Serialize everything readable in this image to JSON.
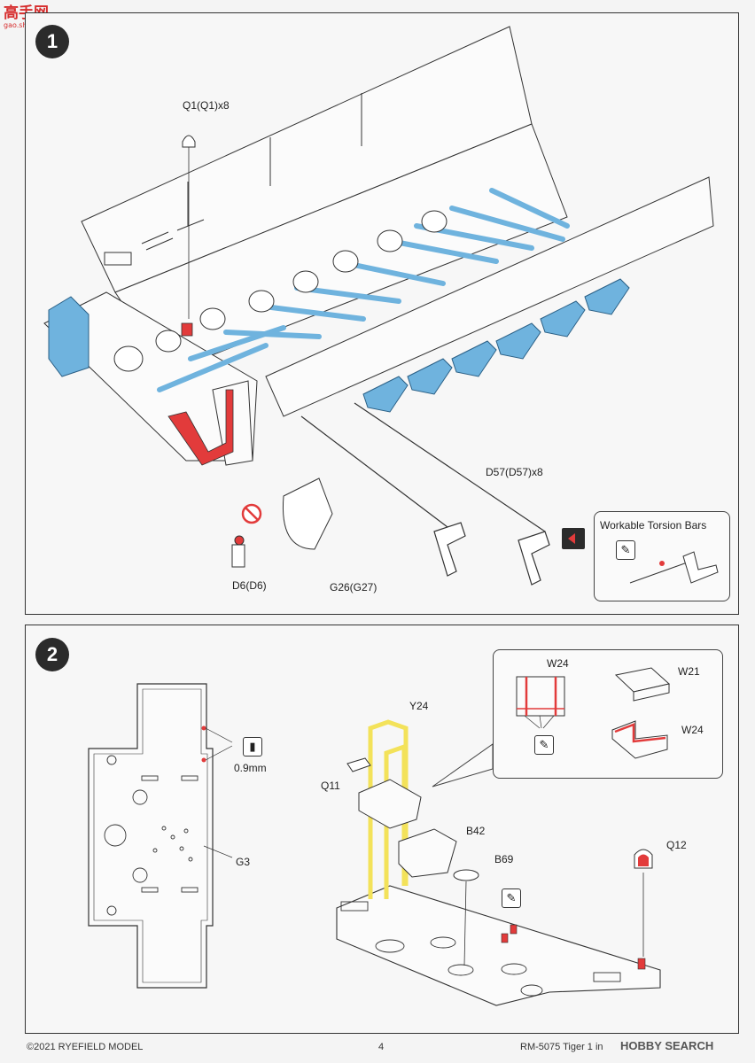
{
  "watermark": {
    "chars": "高手网",
    "domain": "gao.shou.com"
  },
  "step1": {
    "number": "1",
    "labels": {
      "q1": "Q1(Q1)x8",
      "d57": "D57(D57)x8",
      "d6": "D6(D6)",
      "g26": "G26(G27)"
    },
    "inset_title": "Workable Torsion Bars"
  },
  "step2": {
    "number": "2",
    "labels": {
      "g3": "G3",
      "thickness": "0.9mm",
      "y24": "Y24",
      "q11": "Q11",
      "b42": "B42",
      "b69": "B69",
      "q12": "Q12",
      "w24a": "W24",
      "w21": "W21",
      "w24b": "W24"
    }
  },
  "footer": {
    "copyright": "©2021 RYEFIELD MODEL",
    "page": "4",
    "product": "RM-5075  Tiger 1 in",
    "brand": "HOBBY SEARCH"
  },
  "colors": {
    "blue": "#6fb3de",
    "red": "#e23b3b",
    "yellow": "#f3e25a",
    "line": "#333333"
  }
}
